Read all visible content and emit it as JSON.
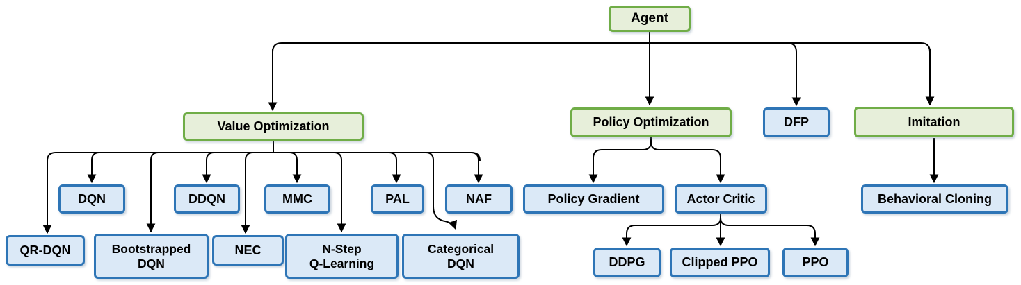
{
  "diagram": {
    "kind": "tree-hierarchy",
    "topic": "Reinforcement learning agent algorithm taxonomy",
    "root": "Agent"
  },
  "colors": {
    "category_fill": "#e7efda",
    "category_border": "#70ad47",
    "algorithm_fill": "#dbe9f7",
    "algorithm_border": "#2e75b6",
    "connector": "#000000",
    "text": "#000000",
    "background": "#ffffff"
  },
  "nodes": {
    "agent": {
      "label": "Agent",
      "type": "category"
    },
    "value_optimization": {
      "label": "Value Optimization",
      "type": "category"
    },
    "policy_optimization": {
      "label": "Policy Optimization",
      "type": "category"
    },
    "dfp": {
      "label": "DFP",
      "type": "algorithm"
    },
    "imitation": {
      "label": "Imitation",
      "type": "category"
    },
    "dqn": {
      "label": "DQN",
      "type": "algorithm"
    },
    "ddqn": {
      "label": "DDQN",
      "type": "algorithm"
    },
    "mmc": {
      "label": "MMC",
      "type": "algorithm"
    },
    "pal": {
      "label": "PAL",
      "type": "algorithm"
    },
    "naf": {
      "label": "NAF",
      "type": "algorithm"
    },
    "qr_dqn": {
      "label": "QR-DQN",
      "type": "algorithm"
    },
    "bootstrapped_dqn": {
      "label": "Bootstrapped\nDQN",
      "type": "algorithm"
    },
    "nec": {
      "label": "NEC",
      "type": "algorithm"
    },
    "n_step_q_learning": {
      "label": "N-Step\nQ-Learning",
      "type": "algorithm"
    },
    "categorical_dqn": {
      "label": "Categorical\nDQN",
      "type": "algorithm"
    },
    "policy_gradient": {
      "label": "Policy Gradient",
      "type": "algorithm"
    },
    "actor_critic": {
      "label": "Actor Critic",
      "type": "algorithm"
    },
    "ddpg": {
      "label": "DDPG",
      "type": "algorithm"
    },
    "clipped_ppo": {
      "label": "Clipped PPO",
      "type": "algorithm"
    },
    "ppo": {
      "label": "PPO",
      "type": "algorithm"
    },
    "behavioral_cloning": {
      "label": "Behavioral Cloning",
      "type": "algorithm"
    }
  },
  "edges": [
    {
      "from": "Agent",
      "to": "Value Optimization"
    },
    {
      "from": "Agent",
      "to": "Policy Optimization"
    },
    {
      "from": "Agent",
      "to": "DFP"
    },
    {
      "from": "Agent",
      "to": "Imitation"
    },
    {
      "from": "Value Optimization",
      "to": "DQN"
    },
    {
      "from": "Value Optimization",
      "to": "DDQN"
    },
    {
      "from": "Value Optimization",
      "to": "MMC"
    },
    {
      "from": "Value Optimization",
      "to": "PAL"
    },
    {
      "from": "Value Optimization",
      "to": "NAF"
    },
    {
      "from": "Value Optimization",
      "to": "QR-DQN"
    },
    {
      "from": "Value Optimization",
      "to": "Bootstrapped DQN"
    },
    {
      "from": "Value Optimization",
      "to": "NEC"
    },
    {
      "from": "Value Optimization",
      "to": "N-Step Q-Learning"
    },
    {
      "from": "Value Optimization",
      "to": "Categorical DQN"
    },
    {
      "from": "Policy Optimization",
      "to": "Policy Gradient"
    },
    {
      "from": "Policy Optimization",
      "to": "Actor Critic"
    },
    {
      "from": "Actor Critic",
      "to": "DDPG"
    },
    {
      "from": "Actor Critic",
      "to": "Clipped PPO"
    },
    {
      "from": "Actor Critic",
      "to": "PPO"
    },
    {
      "from": "Imitation",
      "to": "Behavioral Cloning"
    }
  ]
}
